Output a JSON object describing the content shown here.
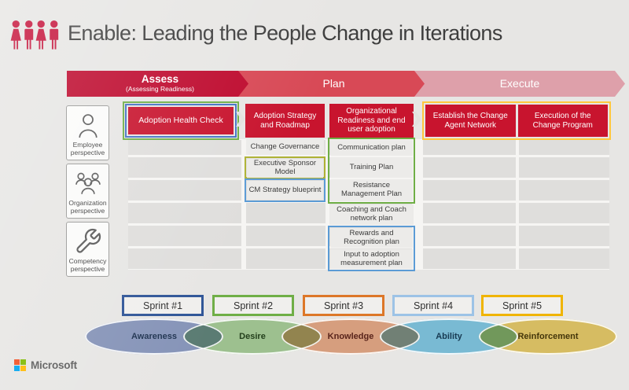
{
  "slide": {
    "background": "#E7E6E4",
    "accent_red": "#C8142E",
    "icon_red": "#C5123A"
  },
  "header": {
    "title": "Enable: Leading the People Change in Iterations",
    "icon": "people-group-icon"
  },
  "phases": [
    {
      "label": "Assess",
      "sublabel": "(Assessing Readiness)",
      "color": "#BE0A2E"
    },
    {
      "label": "Plan",
      "sublabel": "",
      "color": "#D84956"
    },
    {
      "label": "Execute",
      "sublabel": "",
      "color": "#DEA0AA"
    }
  ],
  "perspectives": [
    {
      "label": "Employee perspective",
      "icon": "person-icon"
    },
    {
      "label": "Organization perspective",
      "icon": "people-icon"
    },
    {
      "label": "Competency perspective",
      "icon": "wrench-icon"
    }
  ],
  "assess_activity": {
    "label": "Adoption Health Check",
    "box_color": "#C8142E",
    "outer_border": "#6FAE46",
    "inner_border": "#4472C4"
  },
  "plan_columns": [
    {
      "header": "Adoption Strategy and Roadmap",
      "items": [
        {
          "label": "Change Governance",
          "border": ""
        },
        {
          "label": "Executive Sponsor Model",
          "border": "#AEB234"
        },
        {
          "label": "CM Strategy blueprint",
          "border": "#5B9BD5"
        }
      ]
    },
    {
      "header": "Organizational Readiness and end user adoption",
      "groups": [
        {
          "border": "#6FAE46",
          "items": [
            "Communication plan",
            "Training Plan",
            "Resistance Management Plan"
          ]
        },
        {
          "border": "",
          "items": [
            "Coaching and Coach network plan"
          ]
        },
        {
          "border": "#5B9BD5",
          "items": [
            "Rewards and Recognition plan",
            "Input to adoption measurement plan"
          ]
        }
      ]
    }
  ],
  "execute_group": {
    "border": "#FFC83D",
    "headers": [
      "Establish the Change Agent Network",
      "Execution of the Change Program"
    ]
  },
  "sprints": [
    {
      "label": "Sprint #1",
      "border": "#2F5597"
    },
    {
      "label": "Sprint #2",
      "border": "#6FAE46"
    },
    {
      "label": "Sprint #3",
      "border": "#DD7728"
    },
    {
      "label": "Sprint #4",
      "border": "#9DC3E6"
    },
    {
      "label": "Sprint #5",
      "border": "#F0B400"
    }
  ],
  "adkar_stages": [
    {
      "label": "Awareness",
      "fill": "#94A4CE",
      "text_color": "#1F3350"
    },
    {
      "label": "Desire",
      "fill": "#ADD5A0",
      "text_color": "#24401C"
    },
    {
      "label": "Knowledge",
      "fill": "#EDAF8D",
      "text_color": "#59241B"
    },
    {
      "label": "Ability",
      "fill": "#86CEEC",
      "text_color": "#173A52"
    },
    {
      "label": "Reinforcement",
      "fill": "#EDD16E",
      "text_color": "#44360A"
    }
  ],
  "footer": {
    "brand": "Microsoft",
    "logo_colors": {
      "tl": "#F25022",
      "tr": "#7FBA00",
      "bl": "#00A4EF",
      "br": "#FFB900"
    }
  }
}
